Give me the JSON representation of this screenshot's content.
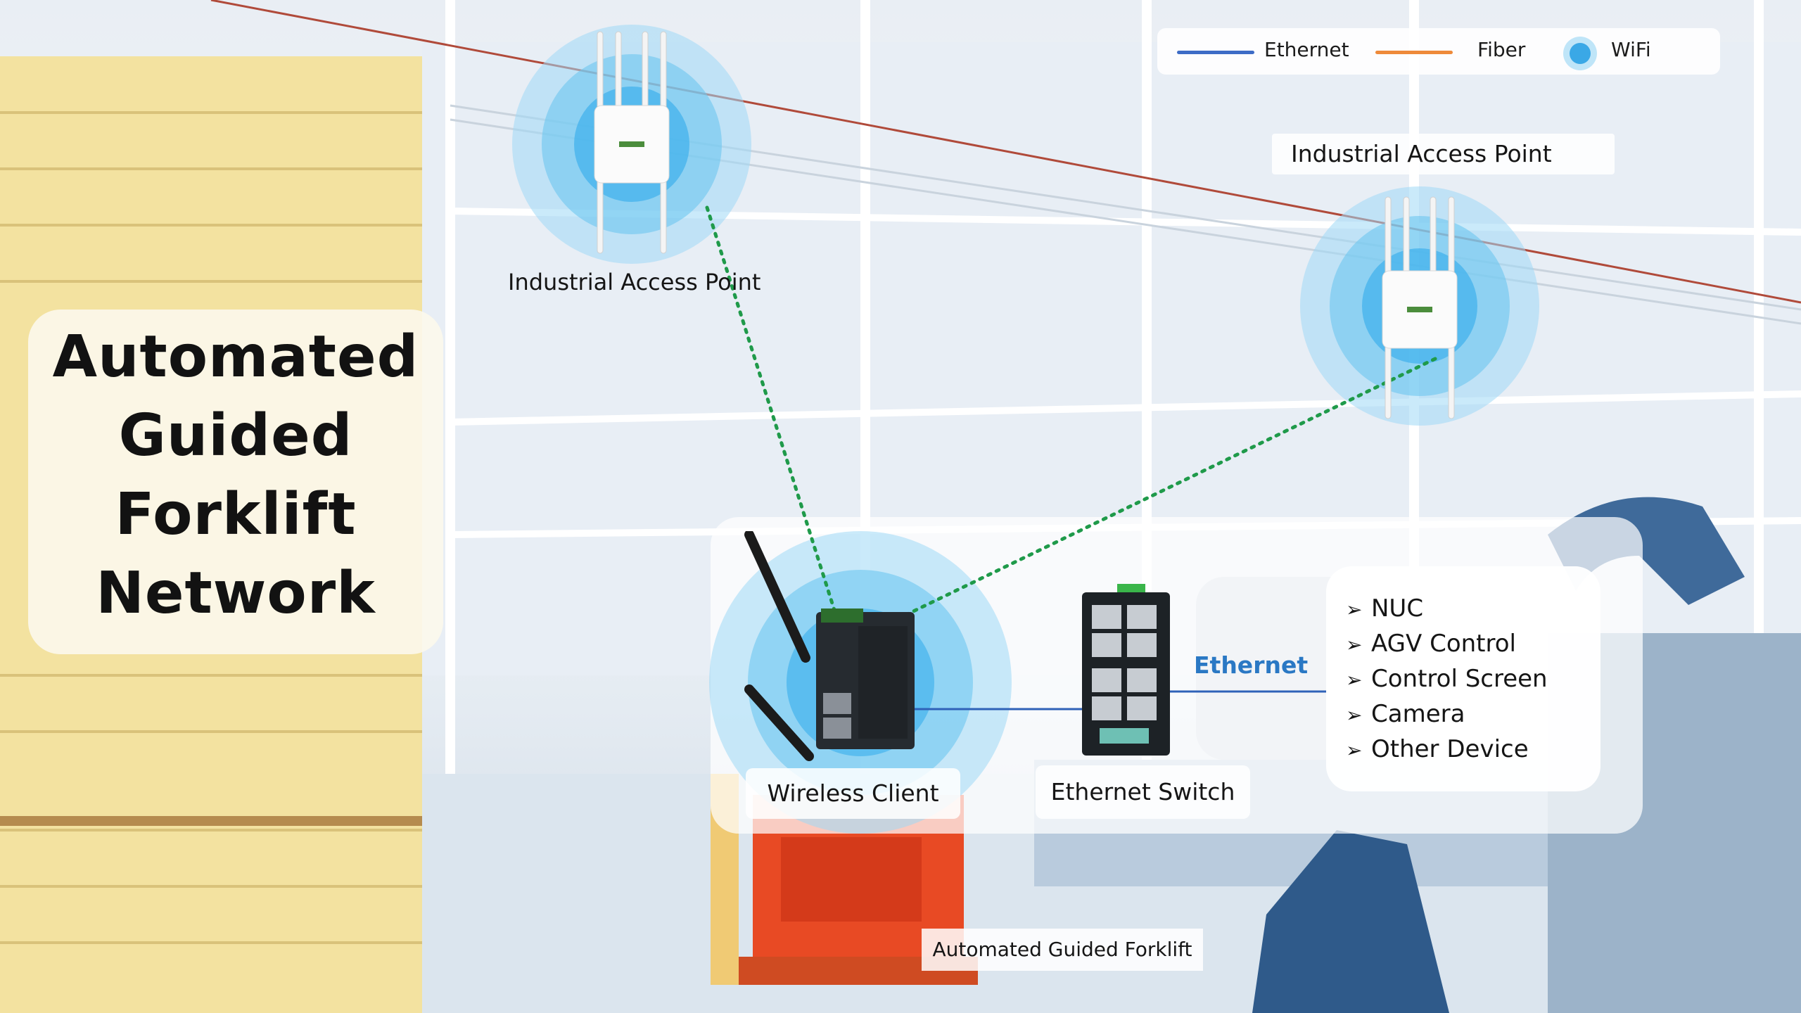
{
  "title": {
    "lines": [
      "Automated",
      "Guided",
      "Forklift",
      "Network"
    ]
  },
  "legend": {
    "items": [
      {
        "label": "Ethernet",
        "color": "#3d6cc6",
        "kind": "line"
      },
      {
        "label": "Fiber",
        "color": "#ee8a3a",
        "kind": "line"
      },
      {
        "label": "WiFi",
        "color": "#3aa8e6",
        "kind": "dot"
      }
    ]
  },
  "nodes": {
    "access_point_left": {
      "label": "Industrial Access Point"
    },
    "access_point_right": {
      "label": "Industrial Access Point"
    },
    "wireless_client": {
      "label": "Wireless Client"
    },
    "ethernet_switch": {
      "label": "Ethernet Switch"
    },
    "forklift": {
      "label": "Automated Guided Forklift"
    }
  },
  "edges": {
    "switch_link_label": "Ethernet"
  },
  "devices": [
    "NUC",
    "AGV Control",
    "Control Screen",
    "Camera",
    "Other Device"
  ],
  "colors": {
    "wifi_ring": "#6cc6f0",
    "wifi_link": "#1f9a4a",
    "ethernet": "#2f62b8",
    "switch_link_label": "#2a78c4"
  }
}
